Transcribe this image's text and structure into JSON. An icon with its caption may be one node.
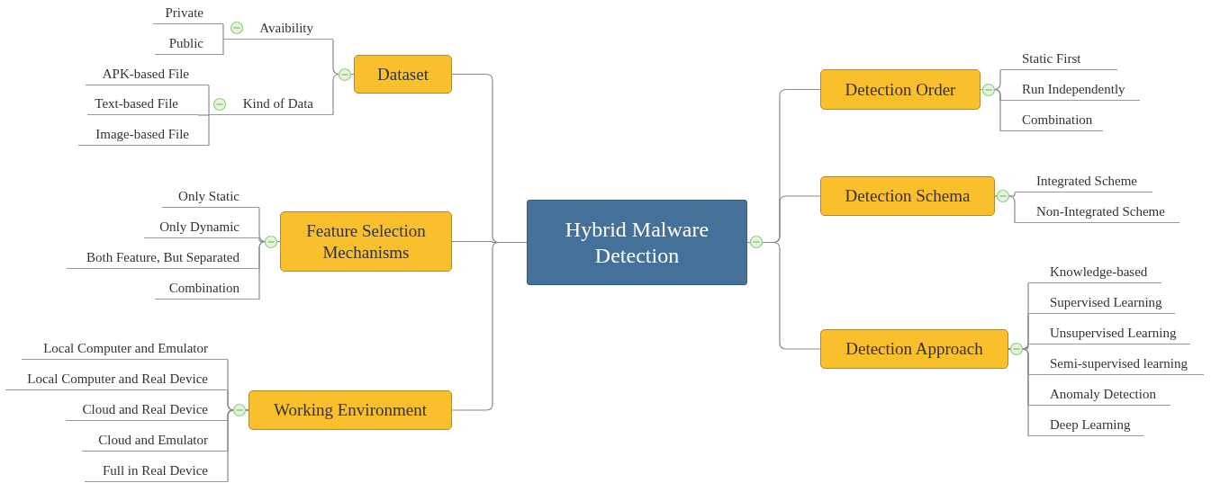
{
  "diagram": {
    "nodes": [
      {
        "text": [
          "Hybrid Malware Detection"
        ]
      },
      {
        "text": [
          "Dataset"
        ]
      },
      {
        "text": [
          "Avaibility"
        ]
      },
      {
        "text": [
          "Private"
        ]
      },
      {
        "text": [
          "Public"
        ]
      },
      {
        "text": [
          "Kind of Data"
        ]
      },
      {
        "text": [
          "APK-based File"
        ]
      },
      {
        "text": [
          "Text-based File"
        ]
      },
      {
        "text": [
          "Image-based File"
        ]
      },
      {
        "text": [
          "Feature Selection Mechanisms"
        ]
      },
      {
        "text": [
          "Only Static"
        ]
      },
      {
        "text": [
          "Only Dynamic"
        ]
      },
      {
        "text": [
          "Both Feature, But Separated"
        ]
      },
      {
        "text": [
          "Combination"
        ]
      },
      {
        "text": [
          "Working Environment"
        ]
      },
      {
        "text": [
          "Local Computer and Emulator"
        ]
      },
      {
        "text": [
          "Local Computer and Real Device"
        ]
      },
      {
        "text": [
          "Cloud and Real Device"
        ]
      },
      {
        "text": [
          "Cloud and Emulator"
        ]
      },
      {
        "text": [
          "Full in Real Device"
        ]
      },
      {
        "text": [
          "Detection Order"
        ]
      },
      {
        "text": [
          "Static First"
        ]
      },
      {
        "text": [
          "Run Independently"
        ]
      },
      {
        "text": [
          "Combination"
        ]
      },
      {
        "text": [
          "Detection Schema"
        ]
      },
      {
        "text": [
          "Integrated Scheme"
        ]
      },
      {
        "text": [
          "Non-Integrated Scheme"
        ]
      },
      {
        "text": [
          "Detection Approach"
        ]
      },
      {
        "text": [
          "Knowledge-based"
        ]
      },
      {
        "text": [
          "Supervised Learning"
        ]
      },
      {
        "text": [
          "Unsupervised Learning"
        ]
      },
      {
        "text": [
          "Semi-supervised learning"
        ]
      },
      {
        "text": [
          "Anomaly Detection"
        ]
      },
      {
        "text": [
          "Deep Learning"
        ]
      }
    ],
    "edges": [
      {
        "from": 0,
        "to": 1,
        "arrow": "none"
      },
      {
        "from": 0,
        "to": 9,
        "arrow": "none"
      },
      {
        "from": 0,
        "to": 14,
        "arrow": "none"
      },
      {
        "from": 0,
        "to": 20,
        "arrow": "none"
      },
      {
        "from": 0,
        "to": 24,
        "arrow": "none"
      },
      {
        "from": 0,
        "to": 27,
        "arrow": "none"
      },
      {
        "from": 1,
        "to": 2,
        "arrow": "none"
      },
      {
        "from": 1,
        "to": 5,
        "arrow": "none"
      },
      {
        "from": 2,
        "to": 3,
        "arrow": "none"
      },
      {
        "from": 2,
        "to": 4,
        "arrow": "none"
      },
      {
        "from": 5,
        "to": 6,
        "arrow": "none"
      },
      {
        "from": 5,
        "to": 7,
        "arrow": "none"
      },
      {
        "from": 5,
        "to": 8,
        "arrow": "none"
      },
      {
        "from": 9,
        "to": 10,
        "arrow": "none"
      },
      {
        "from": 9,
        "to": 11,
        "arrow": "none"
      },
      {
        "from": 9,
        "to": 12,
        "arrow": "none"
      },
      {
        "from": 9,
        "to": 13,
        "arrow": "none"
      },
      {
        "from": 14,
        "to": 15,
        "arrow": "none"
      },
      {
        "from": 14,
        "to": 16,
        "arrow": "none"
      },
      {
        "from": 14,
        "to": 17,
        "arrow": "none"
      },
      {
        "from": 14,
        "to": 18,
        "arrow": "none"
      },
      {
        "from": 14,
        "to": 19,
        "arrow": "none"
      },
      {
        "from": 20,
        "to": 21,
        "arrow": "none"
      },
      {
        "from": 20,
        "to": 22,
        "arrow": "none"
      },
      {
        "from": 20,
        "to": 23,
        "arrow": "none"
      },
      {
        "from": 24,
        "to": 25,
        "arrow": "none"
      },
      {
        "from": 24,
        "to": 26,
        "arrow": "none"
      },
      {
        "from": 27,
        "to": 28,
        "arrow": "none"
      },
      {
        "from": 27,
        "to": 29,
        "arrow": "none"
      },
      {
        "from": 27,
        "to": 30,
        "arrow": "none"
      },
      {
        "from": 27,
        "to": 31,
        "arrow": "none"
      },
      {
        "from": 27,
        "to": 32,
        "arrow": "none"
      },
      {
        "from": 27,
        "to": 33,
        "arrow": "none"
      }
    ]
  }
}
